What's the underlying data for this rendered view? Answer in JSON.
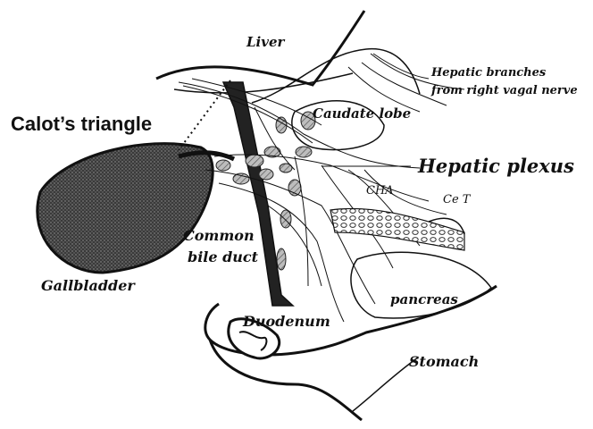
{
  "labels": {
    "liver": "Liver",
    "hepatic_branches_line1": "Hepatic branches",
    "hepatic_branches_line2": "from right vagal nerve",
    "calots_triangle": "Calot’s triangle",
    "caudate_lobe": "Caudate lobe",
    "hepatic_plexus": "Hepatic plexus",
    "cha": "CHA",
    "ce_t": "Ce T",
    "common_bile_duct_line1": "Common",
    "common_bile_duct_line2": "bile duct",
    "gallbladder": "Gallbladder",
    "pancreas": "pancreas",
    "duodenum": "Duodenum",
    "stomach": "Stomach"
  },
  "colors": {
    "ink": "#111111",
    "organ_dark": "#2b2b2b",
    "organ_mid": "#6e6e6e",
    "hatch": "#8a8a8a",
    "background": "#ffffff"
  }
}
